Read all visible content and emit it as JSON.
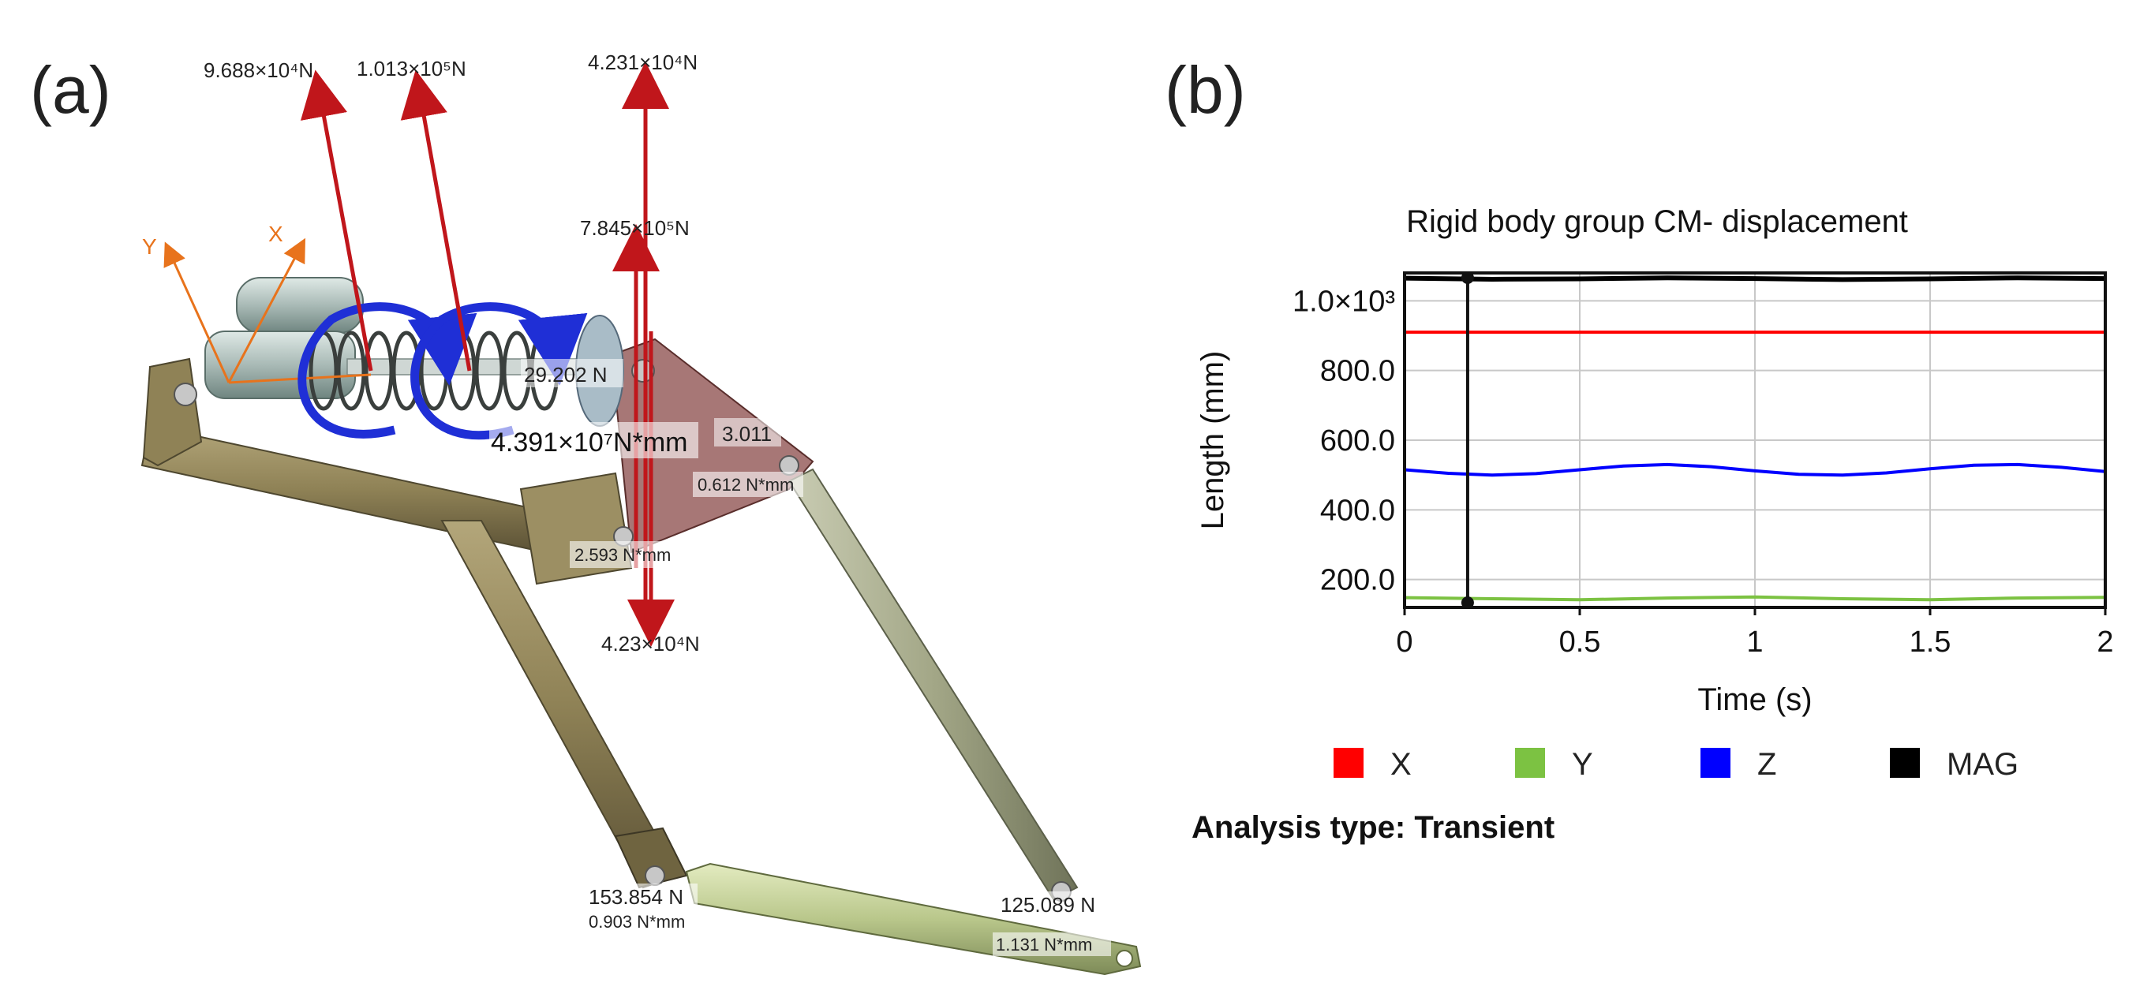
{
  "panel_labels": {
    "a": "(a)",
    "b": "(b)"
  },
  "panel_a": {
    "forces": {
      "f1": "9.688×10⁴N",
      "f2": "1.013×10⁵N",
      "f3": "4.231×10⁴N",
      "f4": "7.845×10⁵N",
      "f5": "4.23×10⁴N",
      "f6": "29.202 N",
      "f7": "3.011",
      "f8": "153.854 N",
      "f9": "125.089 N"
    },
    "moments": {
      "m1": "4.391×10⁷N*mm",
      "m2": "0.612 N*mm",
      "m3": "2.593 N*mm",
      "m4": "0.903 N*mm",
      "m5": "1.131 N*mm"
    },
    "axes": {
      "x": "X",
      "y": "Y"
    },
    "colors": {
      "force_arrow": "#c0161b",
      "moment_arrow": "#1f2fd6",
      "axis": "#e8731c",
      "frame": "#8a7d55",
      "link": "#a9ae90"
    }
  },
  "chart_data": {
    "type": "line",
    "title": "Rigid body group CM- displacement",
    "xlabel": "Time (s)",
    "ylabel": "Length (mm)",
    "xlim": [
      0,
      2
    ],
    "ylim": [
      120,
      1080
    ],
    "xticks": [
      0,
      0.5,
      1,
      1.5,
      2
    ],
    "xtick_labels": [
      "0",
      "0.5",
      "1",
      "1.5",
      "2"
    ],
    "yticks": [
      200,
      400,
      600,
      800,
      1000
    ],
    "ytick_labels": [
      "200.0",
      "400.0",
      "600.0",
      "800.0",
      "1.0×10³"
    ],
    "grid": true,
    "legend_position": "bottom",
    "cursor_x": 0.18,
    "series": [
      {
        "name": "X",
        "color": "#ff0000",
        "x": [
          0,
          0.25,
          0.5,
          0.75,
          1,
          1.25,
          1.5,
          1.75,
          2
        ],
        "y": [
          910,
          910,
          910,
          910,
          910,
          910,
          910,
          910,
          910
        ]
      },
      {
        "name": "Y",
        "color": "#7cc242",
        "x": [
          0,
          0.25,
          0.5,
          0.75,
          1,
          1.25,
          1.5,
          1.75,
          2
        ],
        "y": [
          148,
          145,
          142,
          147,
          150,
          145,
          142,
          147,
          149
        ]
      },
      {
        "name": "Z",
        "color": "#0000ff",
        "x": [
          0,
          0.125,
          0.25,
          0.375,
          0.5,
          0.625,
          0.75,
          0.875,
          1,
          1.125,
          1.25,
          1.375,
          1.5,
          1.625,
          1.75,
          1.875,
          2
        ],
        "y": [
          515,
          505,
          500,
          504,
          515,
          526,
          530,
          524,
          512,
          502,
          500,
          506,
          518,
          528,
          530,
          522,
          510
        ]
      },
      {
        "name": "MAG",
        "color": "#000000",
        "x": [
          0,
          0.25,
          0.5,
          0.75,
          1,
          1.25,
          1.5,
          1.75,
          2
        ],
        "y": [
          1065,
          1062,
          1063,
          1066,
          1064,
          1061,
          1063,
          1066,
          1064
        ]
      }
    ]
  },
  "analysis_type": "Analysis type: Transient"
}
